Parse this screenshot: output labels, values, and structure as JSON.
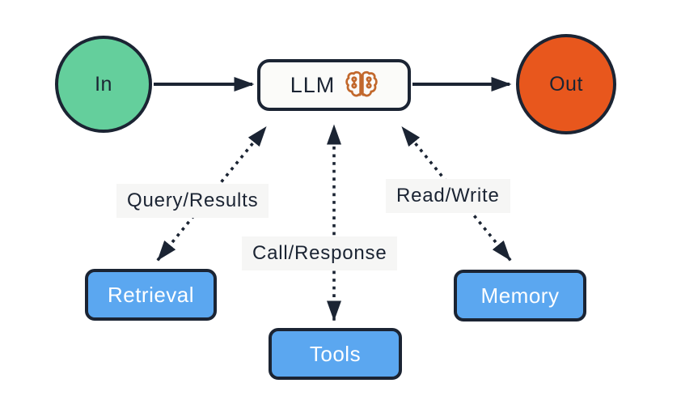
{
  "diagram": {
    "description": "LLM agent architecture flow diagram",
    "nodes": {
      "in": {
        "label": "In",
        "shape": "circle",
        "fill": "#64cf9c"
      },
      "llm": {
        "label": "LLM",
        "shape": "rounded-rect",
        "fill": "#fbfbf9",
        "icon": "brain-circuit-icon",
        "icon_color": "#c2682c"
      },
      "out": {
        "label": "Out",
        "shape": "circle",
        "fill": "#e8571d"
      },
      "retrieval": {
        "label": "Retrieval",
        "shape": "rounded-rect",
        "fill": "#5ba7f0"
      },
      "tools": {
        "label": "Tools",
        "shape": "rounded-rect",
        "fill": "#5ba7f0"
      },
      "memory": {
        "label": "Memory",
        "shape": "rounded-rect",
        "fill": "#5ba7f0"
      }
    },
    "edges": {
      "in_llm": {
        "from": "in",
        "to": "llm",
        "style": "solid",
        "bidirectional": false,
        "label": ""
      },
      "llm_out": {
        "from": "llm",
        "to": "out",
        "style": "solid",
        "bidirectional": false,
        "label": ""
      },
      "retrieval_llm": {
        "from": "retrieval",
        "to": "llm",
        "style": "dotted",
        "bidirectional": true,
        "label": "Query/Results"
      },
      "tools_llm": {
        "from": "tools",
        "to": "llm",
        "style": "dotted",
        "bidirectional": true,
        "label": "Call/Response"
      },
      "memory_llm": {
        "from": "memory",
        "to": "llm",
        "style": "dotted",
        "bidirectional": true,
        "label": "Read/Write"
      }
    },
    "colors": {
      "stroke_dark": "#1b2433",
      "node_green": "#64cf9c",
      "node_orange": "#e8571d",
      "node_blue": "#5ba7f0",
      "llm_background": "#fbfbf9",
      "label_background": "#f6f6f5",
      "brain_icon": "#c2682c",
      "page_background": "#ffffff"
    }
  }
}
